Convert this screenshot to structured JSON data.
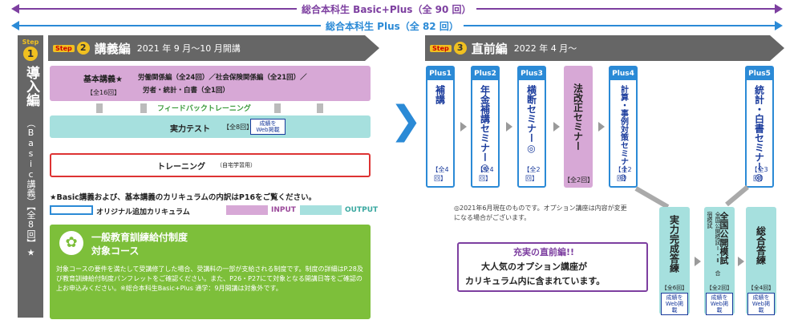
{
  "top_arrows": {
    "basic_plus": "総合本科生 Basic+Plus（全 90 回）",
    "plus": "総合本科生 Plus（全 82 回）"
  },
  "step1": {
    "badge": "Step",
    "num": "1",
    "title": "導入編",
    "subtitle": "（Basic講義）【全8回】★"
  },
  "step2": {
    "badge": "Step",
    "num": "2",
    "title": "講義編",
    "period": "2021 年 9 月～10 月開講",
    "basic_label": "基本講義★",
    "basic_count": "【全16回】",
    "basic_line1": "労働関係編（全24回）／社会保険関係編（全21回）／",
    "basic_line2": "労者・統計・白書（全1回）",
    "feedback": "フィードバックトレーニング",
    "test_label": "実力テスト",
    "test_count": "【全8回】",
    "test_tag": "成績を Web掲載",
    "training_label": "トレーニング",
    "training_note": "（自宅学習用）"
  },
  "notes": {
    "star_note": "★Basic講義および、基本講義のカリキュラムの内訳はP16をご覧ください。",
    "legend_original": "オリジナル追加カリキュラム",
    "legend_input": "INPUT",
    "legend_output": "OUTPUT"
  },
  "grant": {
    "title1": "一般教育訓練給付制度",
    "title2": "対象コース",
    "body": "対象コースの要件を満たして受講修了した場合、受講料の一部が支給される制度です。制度の詳細はP.28及び教育訓練給付制度パンフレットをご確認ください。また、P26・P27にて対象となる開講日等をご確認の上お申込みください。※総合本科生Basic+Plus 通学：9月開講は対象外です。"
  },
  "step3": {
    "badge": "Step",
    "num": "3",
    "title": "直前編",
    "period": "2022 年 4 月～"
  },
  "plus_cols": [
    {
      "head": "Plus1",
      "body": "補講",
      "count": "【全4回】"
    },
    {
      "head": "Plus2",
      "body": "年金補講セミナー◎",
      "count": "【全4回】"
    },
    {
      "head": "Plus3",
      "body": "横断セミナー◎",
      "count": "【全2回】"
    },
    {
      "head": "",
      "body": "法改正セミナー",
      "count": "【全2回】"
    },
    {
      "head": "Plus4",
      "body": "計算・事例対策セミナー◎",
      "count": "【全2回】"
    },
    {
      "head": "Plus5",
      "body": "統計・白書セミナー◎",
      "count": "【全3回】"
    }
  ],
  "footnote": "◎2021年6月現在のものです。オプション講座は内容が変更になる場合がございます。",
  "lower_cols": [
    {
      "title": "実力完成答練",
      "count": "【全6回】",
      "tag": "成績を Web掲載"
    },
    {
      "title": "全国公開模試",
      "sub": "全国公開模試Ⅰ・Ⅱ 合宿模試",
      "count": "【全2回】",
      "tag": "成績を Web掲載"
    },
    {
      "title": "総合答練",
      "count": "【全4回】",
      "tag": "成績を Web掲載"
    }
  ],
  "promo": {
    "head": "充実の直前編!!",
    "line1": "大人気のオプション講座が",
    "line2": "カリキュラム内に含まれています。"
  },
  "colors": {
    "blue": "#2b8ad6",
    "purple": "#7d3fa0",
    "green": "#7dbf3a",
    "gray": "#666666"
  }
}
